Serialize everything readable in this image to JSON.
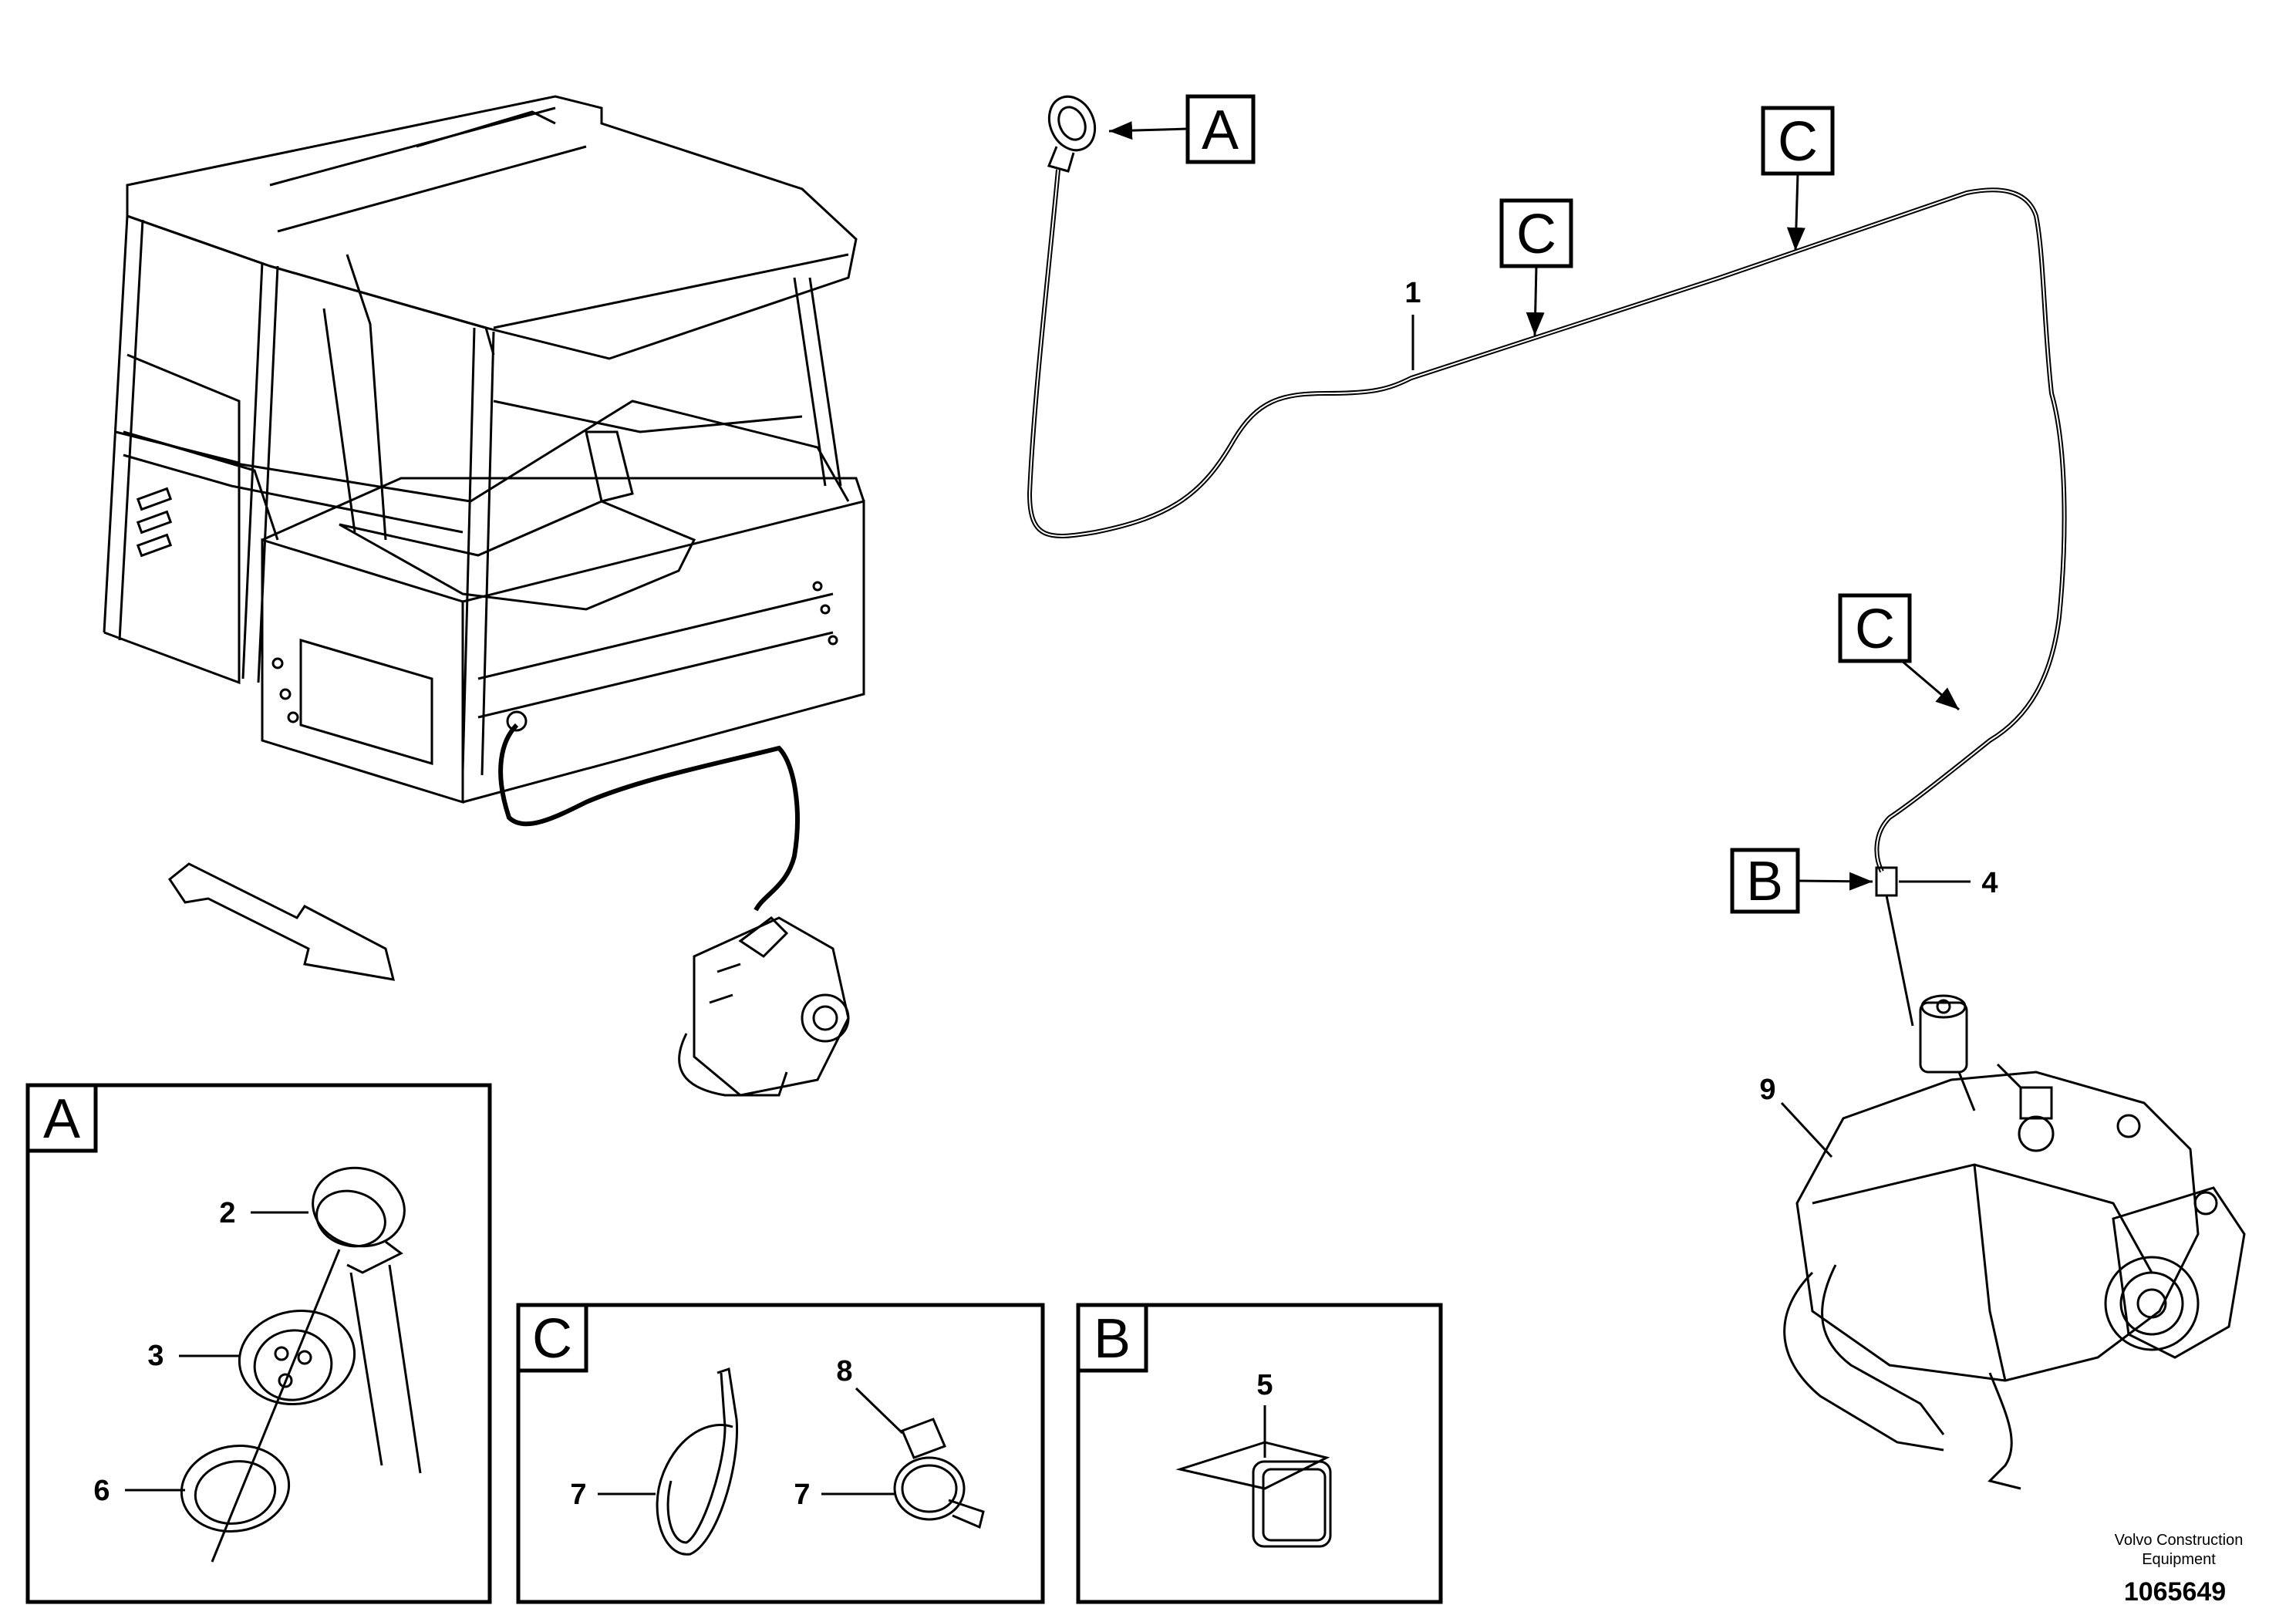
{
  "callouts": {
    "A": "A",
    "B": "B",
    "C": "C"
  },
  "items": {
    "n1": "1",
    "n2": "2",
    "n3": "3",
    "n4": "4",
    "n5": "5",
    "n6": "6",
    "n7": "7",
    "n8": "8",
    "n9": "9"
  },
  "footer": {
    "company_line1": "Volvo Construction",
    "company_line2": "Equipment",
    "drawing_number": "1065649"
  }
}
